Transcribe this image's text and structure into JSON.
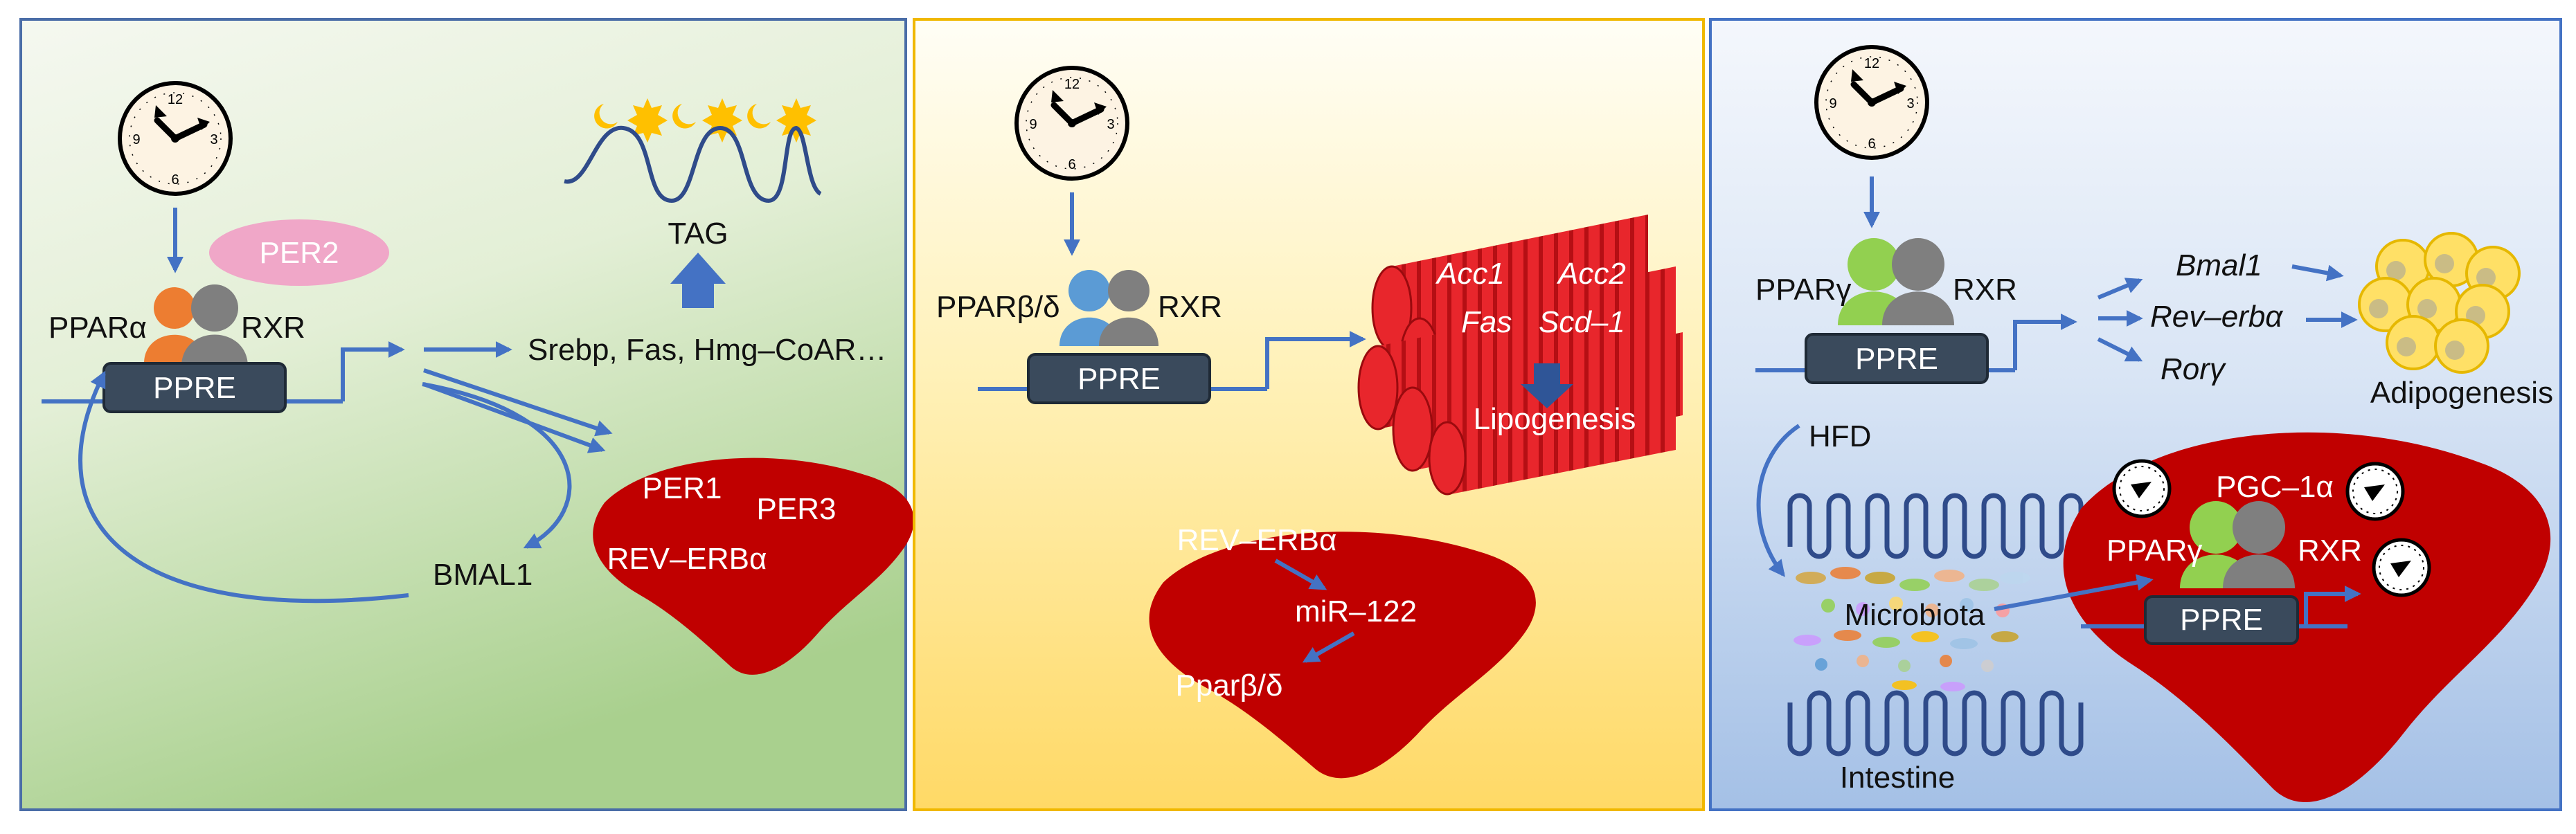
{
  "panel1": {
    "ppre": "PPRE",
    "receptor": "PPARα",
    "partner": "RXR",
    "per2": "PER2",
    "tag": "TAG",
    "targets": "Srebp, Fas, Hmg–CoAR…",
    "bmal1": "BMAL1",
    "liver": {
      "per1": "PER1",
      "per3": "PER3",
      "reverb": "REV–ERBα"
    }
  },
  "panel2": {
    "ppre": "PPRE",
    "receptor": "PPARβ/δ",
    "partner": "RXR",
    "genes": {
      "acc1": "Acc1",
      "acc2": "Acc2",
      "fas": "Fas",
      "scd1": "Scd–1"
    },
    "lipogenesis": "Lipogenesis",
    "liver": {
      "reverb": "REV–ERBα",
      "mir": "miR–122",
      "ppar": "Pparβ/δ"
    }
  },
  "panel3": {
    "ppre": "PPRE",
    "receptor": "PPARγ",
    "partner": "RXR",
    "genes": {
      "bmal1": "Bmal1",
      "reverb": "Rev–erbα",
      "ror": "Rorγ"
    },
    "adipogenesis": "Adipogenesis",
    "hfd": "HFD",
    "microbiota": "Microbiota",
    "intestine": "Intestine",
    "liver": {
      "pgc": "PGC–1α",
      "receptor": "PPARγ",
      "partner": "RXR",
      "ppre": "PPRE"
    }
  },
  "clock": {
    "n12": "12",
    "n3": "3",
    "n6": "6",
    "n9": "9"
  },
  "colors": {
    "arrow": "#4472c4",
    "liver": "#c00000",
    "ppre_box": "#3a4a5c",
    "panel1_border": "#4a6da7",
    "panel2_border": "#f0b800",
    "panel3_border": "#4472c4"
  }
}
